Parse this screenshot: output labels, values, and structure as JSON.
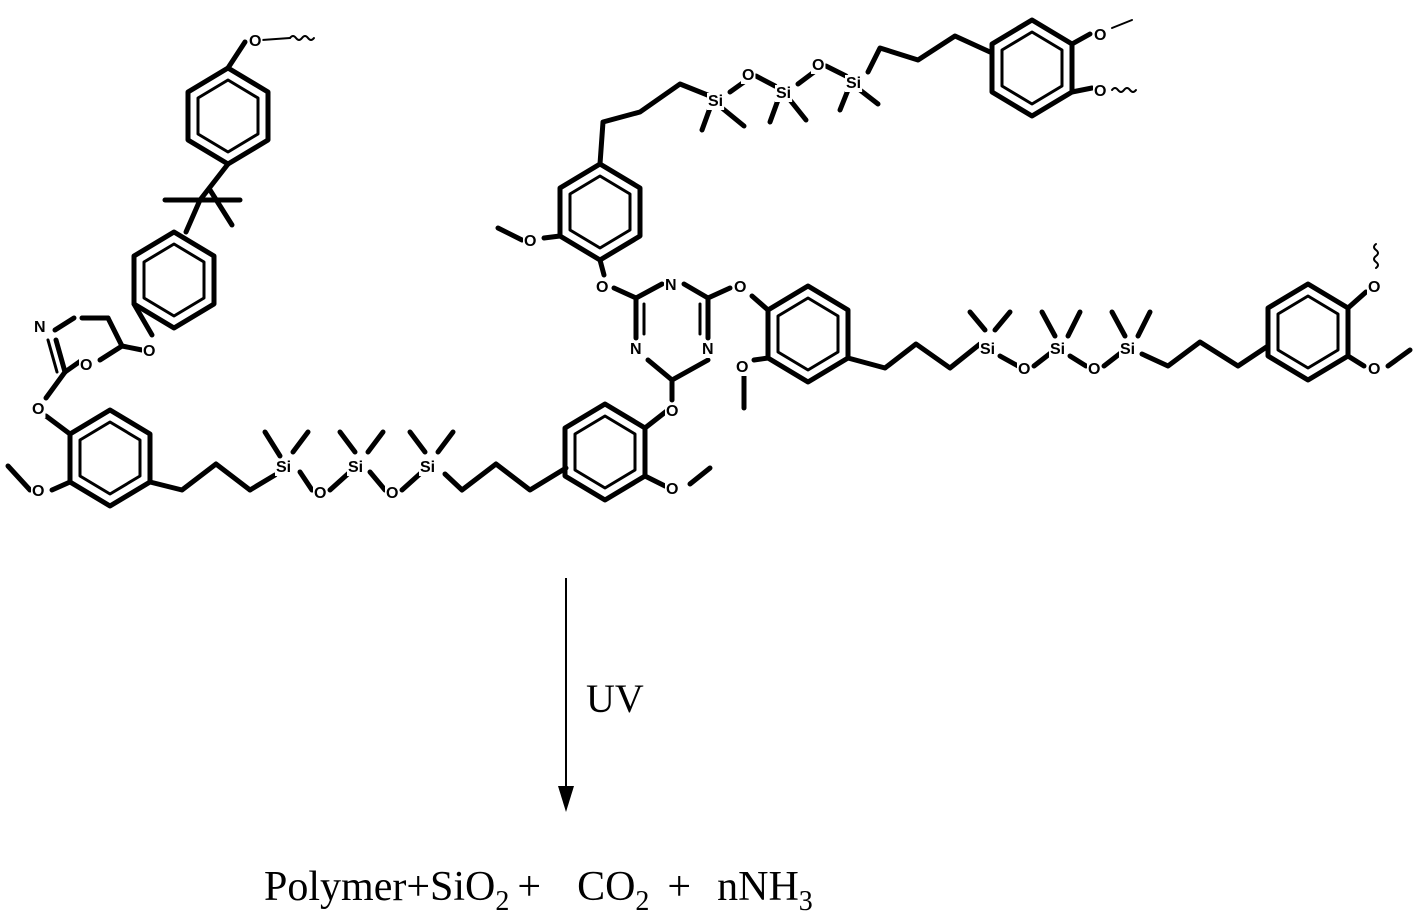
{
  "colors": {
    "ink": "#000000",
    "background": "#ffffff"
  },
  "atoms": {
    "oxygen": "O",
    "nitrogen": "N",
    "silicon": "Si"
  },
  "reaction": {
    "condition": "UV",
    "products": {
      "polymer": "Polymer",
      "plus": "+",
      "silica": "SiO",
      "silica_sub": "2",
      "co2": "CO",
      "co2_sub": "2",
      "ammonia": "nNH",
      "ammonia_sub": "3"
    }
  }
}
